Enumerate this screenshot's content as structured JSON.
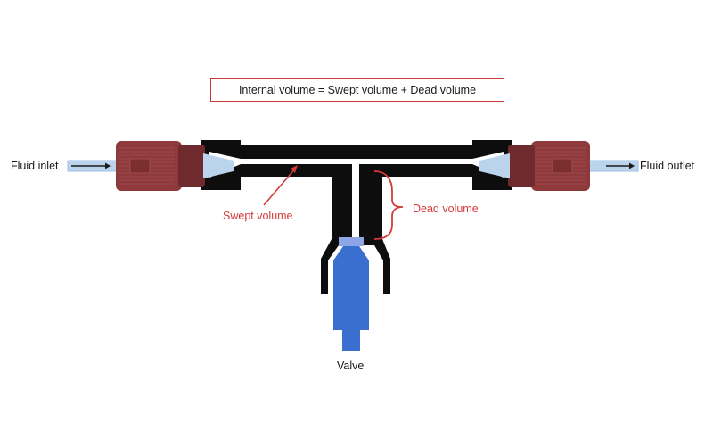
{
  "equation": "Internal volume = Swept volume + Dead volume",
  "labels": {
    "inlet": "Fluid inlet",
    "outlet": "Fluid outlet",
    "swept": "Swept volume",
    "dead": "Dead volume",
    "valve": "Valve"
  },
  "colors": {
    "fitting": "#8e3a3c",
    "fitting_dark": "#6e2a2c",
    "tube": "#b9d4ec",
    "body": "#0d0d0d",
    "valve": "#3b6fcf",
    "valve_light": "#8fa6e6",
    "annotation_red": "#d43a3a"
  }
}
